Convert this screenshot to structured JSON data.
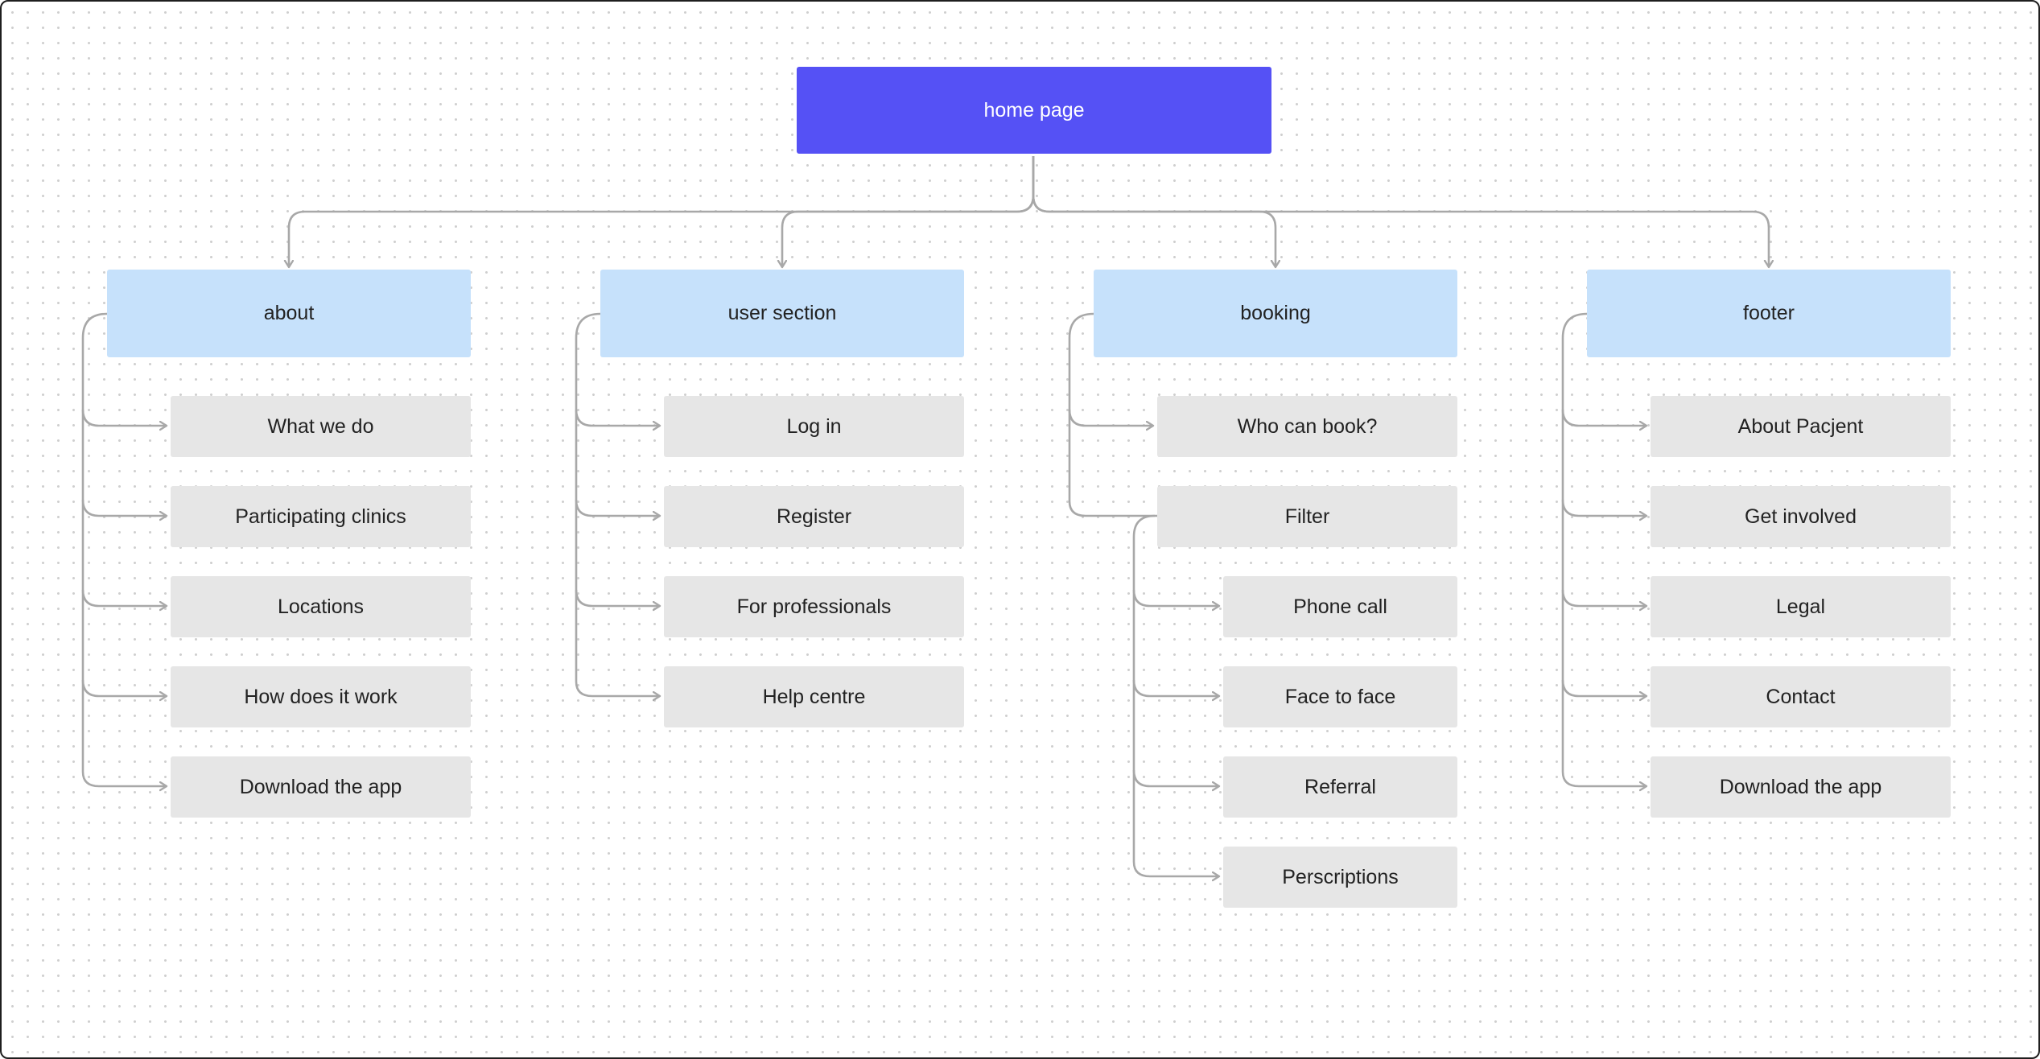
{
  "colors": {
    "root_fill": "#5551f5",
    "section_fill": "#c6e1fb",
    "item_fill": "#e6e6e6",
    "connector": "#a8a8a8"
  },
  "root": {
    "label": "home page"
  },
  "sections": [
    {
      "label": "about",
      "items": [
        {
          "label": "What we do"
        },
        {
          "label": "Participating clinics"
        },
        {
          "label": "Locations"
        },
        {
          "label": "How does it work"
        },
        {
          "label": "Download the app"
        }
      ]
    },
    {
      "label": "user section",
      "items": [
        {
          "label": "Log in"
        },
        {
          "label": "Register"
        },
        {
          "label": "For professionals"
        },
        {
          "label": "Help centre"
        }
      ]
    },
    {
      "label": "booking",
      "items": [
        {
          "label": "Who can book?"
        },
        {
          "label": "Filter",
          "children": [
            {
              "label": "Phone call"
            },
            {
              "label": "Face to face"
            },
            {
              "label": "Referral"
            },
            {
              "label": "Perscriptions"
            }
          ]
        }
      ]
    },
    {
      "label": "footer",
      "items": [
        {
          "label": "About Pacjent"
        },
        {
          "label": "Get involved"
        },
        {
          "label": "Legal"
        },
        {
          "label": "Contact"
        },
        {
          "label": "Download the app"
        }
      ]
    }
  ]
}
